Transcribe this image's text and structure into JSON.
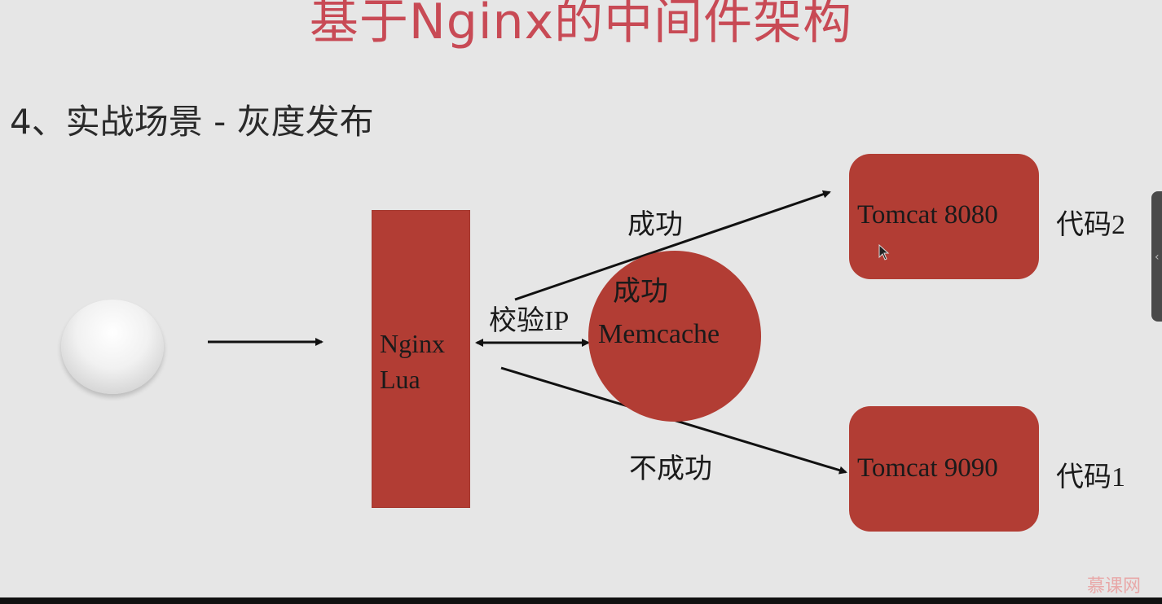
{
  "slide": {
    "title": "基于Nginx的中间件架构",
    "subtitle": "4、实战场景 - 灰度发布"
  },
  "diagram": {
    "nginx": {
      "line1": "Nginx",
      "line2": "Lua"
    },
    "memcache": {
      "label": "Memcache"
    },
    "tomcat_top": {
      "label": "Tomcat 8080",
      "code": "代码2"
    },
    "tomcat_bottom": {
      "label": "Tomcat 9090",
      "code": "代码1"
    },
    "edges": {
      "success_top": "成功",
      "success_mem": "成功",
      "verify_ip": "校验IP",
      "fail": "不成功"
    }
  },
  "watermark": {
    "text": "慕课网"
  },
  "colors": {
    "box_fill": "#b23d34",
    "title_color": "#c84a55",
    "background": "#e6e6e6"
  }
}
